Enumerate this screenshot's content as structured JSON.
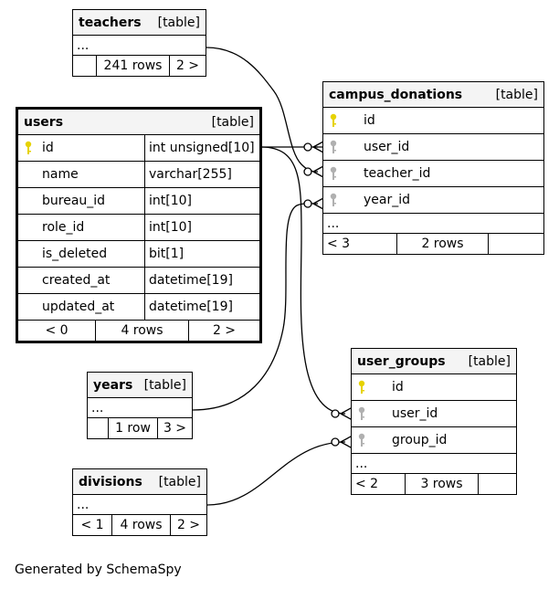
{
  "tables": {
    "teachers": {
      "name": "teachers",
      "type_label": "[table]",
      "ellipsis": "...",
      "footer": [
        "",
        "241 rows",
        "2 >"
      ]
    },
    "users": {
      "name": "users",
      "type_label": "[table]",
      "columns": [
        {
          "name": "id",
          "type": "int unsigned[10]",
          "key": "primary"
        },
        {
          "name": "name",
          "type": "varchar[255]",
          "key": ""
        },
        {
          "name": "bureau_id",
          "type": "int[10]",
          "key": ""
        },
        {
          "name": "role_id",
          "type": "int[10]",
          "key": ""
        },
        {
          "name": "is_deleted",
          "type": "bit[1]",
          "key": ""
        },
        {
          "name": "created_at",
          "type": "datetime[19]",
          "key": ""
        },
        {
          "name": "updated_at",
          "type": "datetime[19]",
          "key": ""
        }
      ],
      "footer": [
        "< 0",
        "4 rows",
        "2 >"
      ]
    },
    "years": {
      "name": "years",
      "type_label": "[table]",
      "ellipsis": "...",
      "footer": [
        "",
        "1 row",
        "3 >"
      ]
    },
    "divisions": {
      "name": "divisions",
      "type_label": "[table]",
      "ellipsis": "...",
      "footer": [
        "< 1",
        "4 rows",
        "2 >"
      ]
    },
    "campus_donations": {
      "name": "campus_donations",
      "type_label": "[table]",
      "columns": [
        {
          "name": "id",
          "key": "primary"
        },
        {
          "name": "user_id",
          "key": "foreign"
        },
        {
          "name": "teacher_id",
          "key": "foreign"
        },
        {
          "name": "year_id",
          "key": "foreign"
        }
      ],
      "ellipsis": "...",
      "footer": [
        "< 3",
        "2 rows",
        ""
      ]
    },
    "user_groups": {
      "name": "user_groups",
      "type_label": "[table]",
      "columns": [
        {
          "name": "id",
          "key": "primary"
        },
        {
          "name": "user_id",
          "key": "foreign"
        },
        {
          "name": "group_id",
          "key": "foreign"
        }
      ],
      "ellipsis": "...",
      "footer": [
        "< 2",
        "3 rows",
        ""
      ]
    }
  },
  "colors": {
    "primary_key": "#e6d200",
    "foreign_key": "#b0b0b0",
    "header_bg": "#f4f4f4"
  },
  "credit": "Generated by SchemaSpy"
}
